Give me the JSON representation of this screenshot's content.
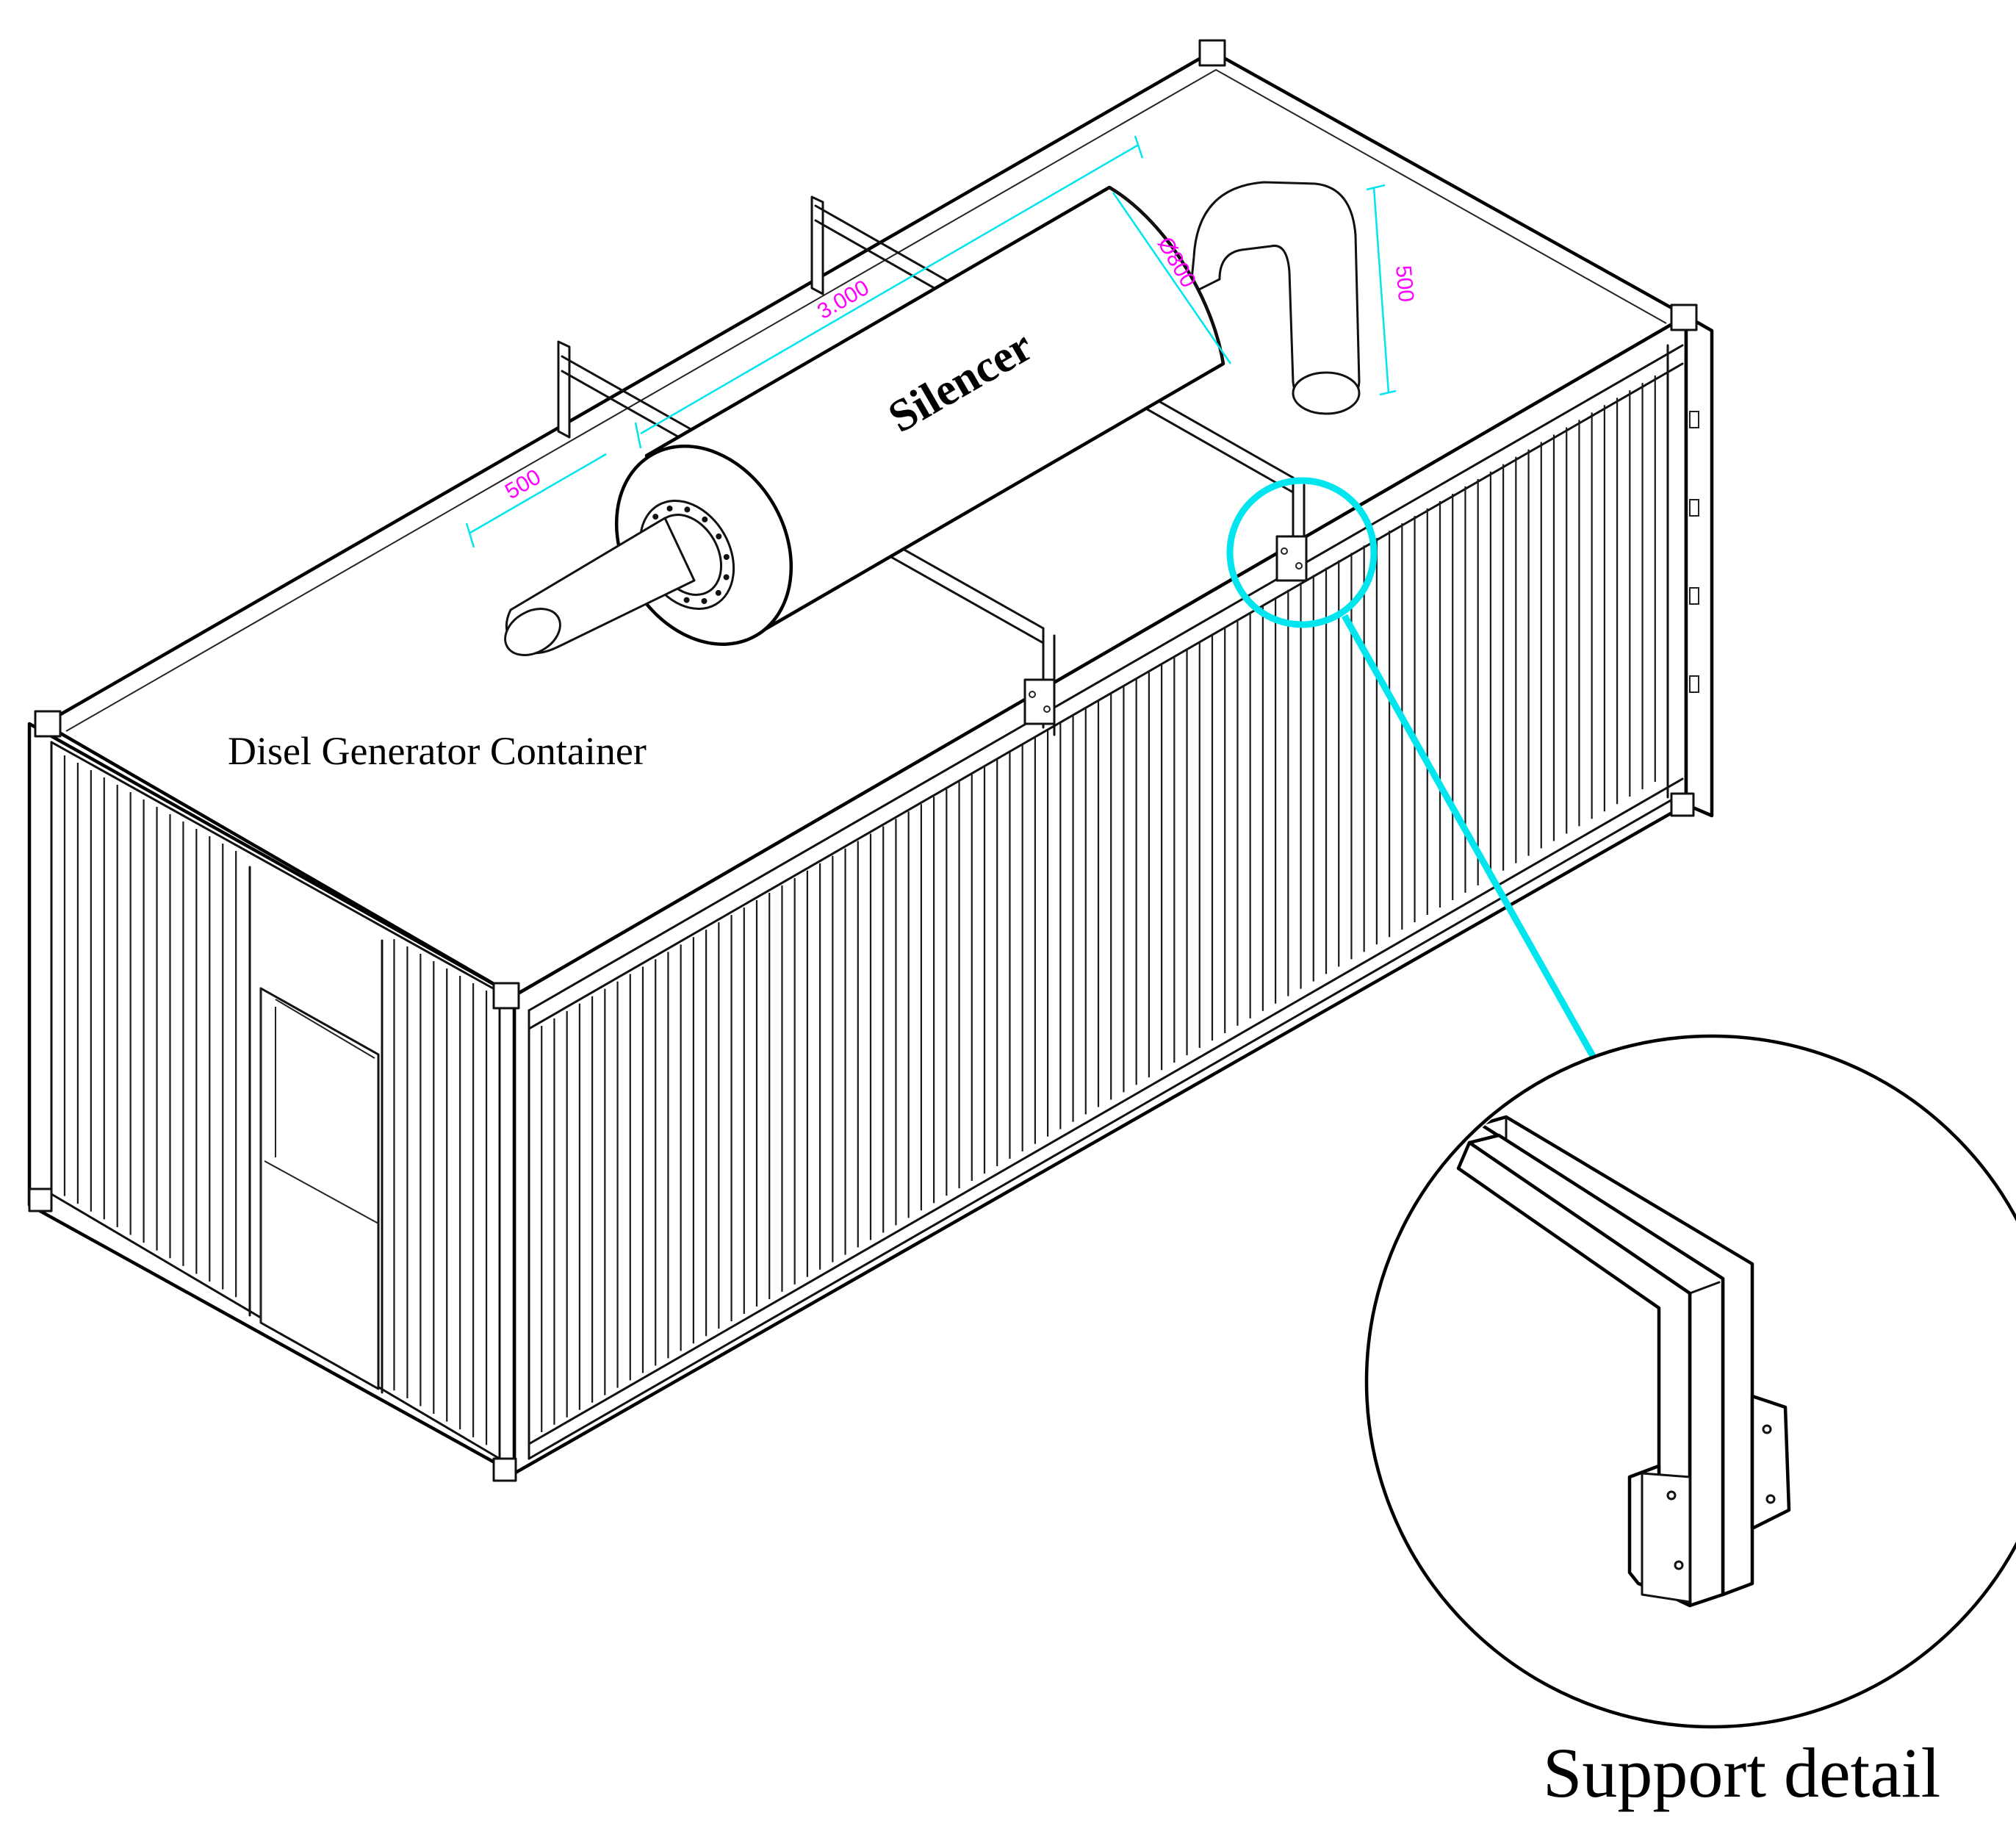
{
  "labels": {
    "container": "Disel Generator Container",
    "silencer": "Silencer",
    "support_detail": "Support detail"
  },
  "dimensions": {
    "silencer_length": "3.000",
    "silencer_diameter": "Ø800",
    "outlet_height": "500",
    "inlet_offset": "500"
  },
  "colors": {
    "dimension_line": "#00e5ee",
    "dimension_text": "#ff00ff",
    "callout": "#00e5ee",
    "line_art": "#111111"
  }
}
